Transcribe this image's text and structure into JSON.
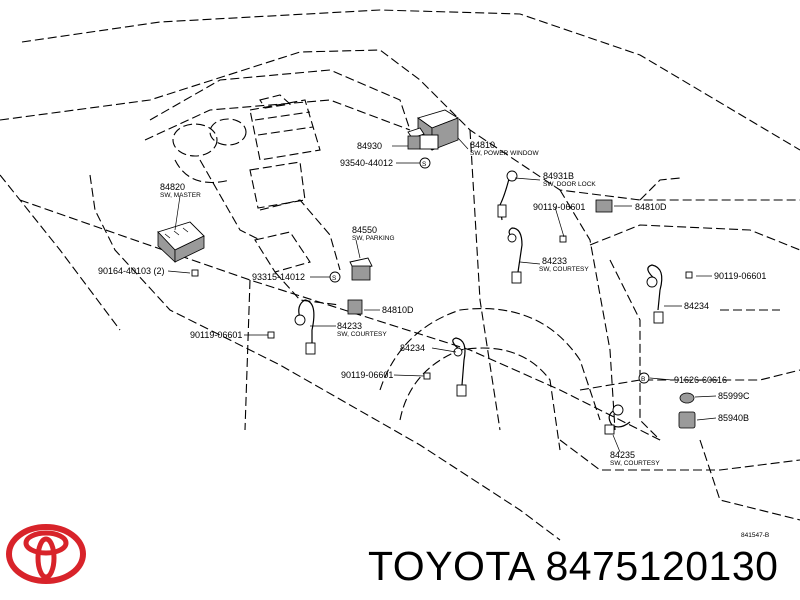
{
  "brand": {
    "name": "TOYOTA",
    "logo": "toyota-emblem-icon",
    "color": "#d8232a"
  },
  "part_number": "8475120130",
  "ref_code": "841547-B",
  "callouts": [
    {
      "code": "84930",
      "desc": ""
    },
    {
      "code": "84810",
      "desc": "SW, POWER WINDOW"
    },
    {
      "code": "93540-44012",
      "desc": ""
    },
    {
      "code": "84931B",
      "desc": "SW, DOOR LOCK"
    },
    {
      "code": "84820",
      "desc": "SW, MASTER"
    },
    {
      "code": "90119-06601",
      "desc": ""
    },
    {
      "code": "84810D",
      "desc": ""
    },
    {
      "code": "84550",
      "desc": "SW, PARKING"
    },
    {
      "code": "84233",
      "desc": "SW, COURTESY"
    },
    {
      "code": "90164-40103 (2)",
      "desc": ""
    },
    {
      "code": "93315-14012",
      "desc": ""
    },
    {
      "code": "90119-06601",
      "desc": ""
    },
    {
      "code": "84234",
      "desc": ""
    },
    {
      "code": "84810D",
      "desc": ""
    },
    {
      "code": "90119-06601",
      "desc": ""
    },
    {
      "code": "84233",
      "desc": "SW, COURTESY"
    },
    {
      "code": "84234",
      "desc": ""
    },
    {
      "code": "90119-06601",
      "desc": ""
    },
    {
      "code": "91626-60616",
      "desc": ""
    },
    {
      "code": "85999C",
      "desc": ""
    },
    {
      "code": "85940B",
      "desc": ""
    },
    {
      "code": "84235",
      "desc": "SW, COURTESY"
    }
  ]
}
